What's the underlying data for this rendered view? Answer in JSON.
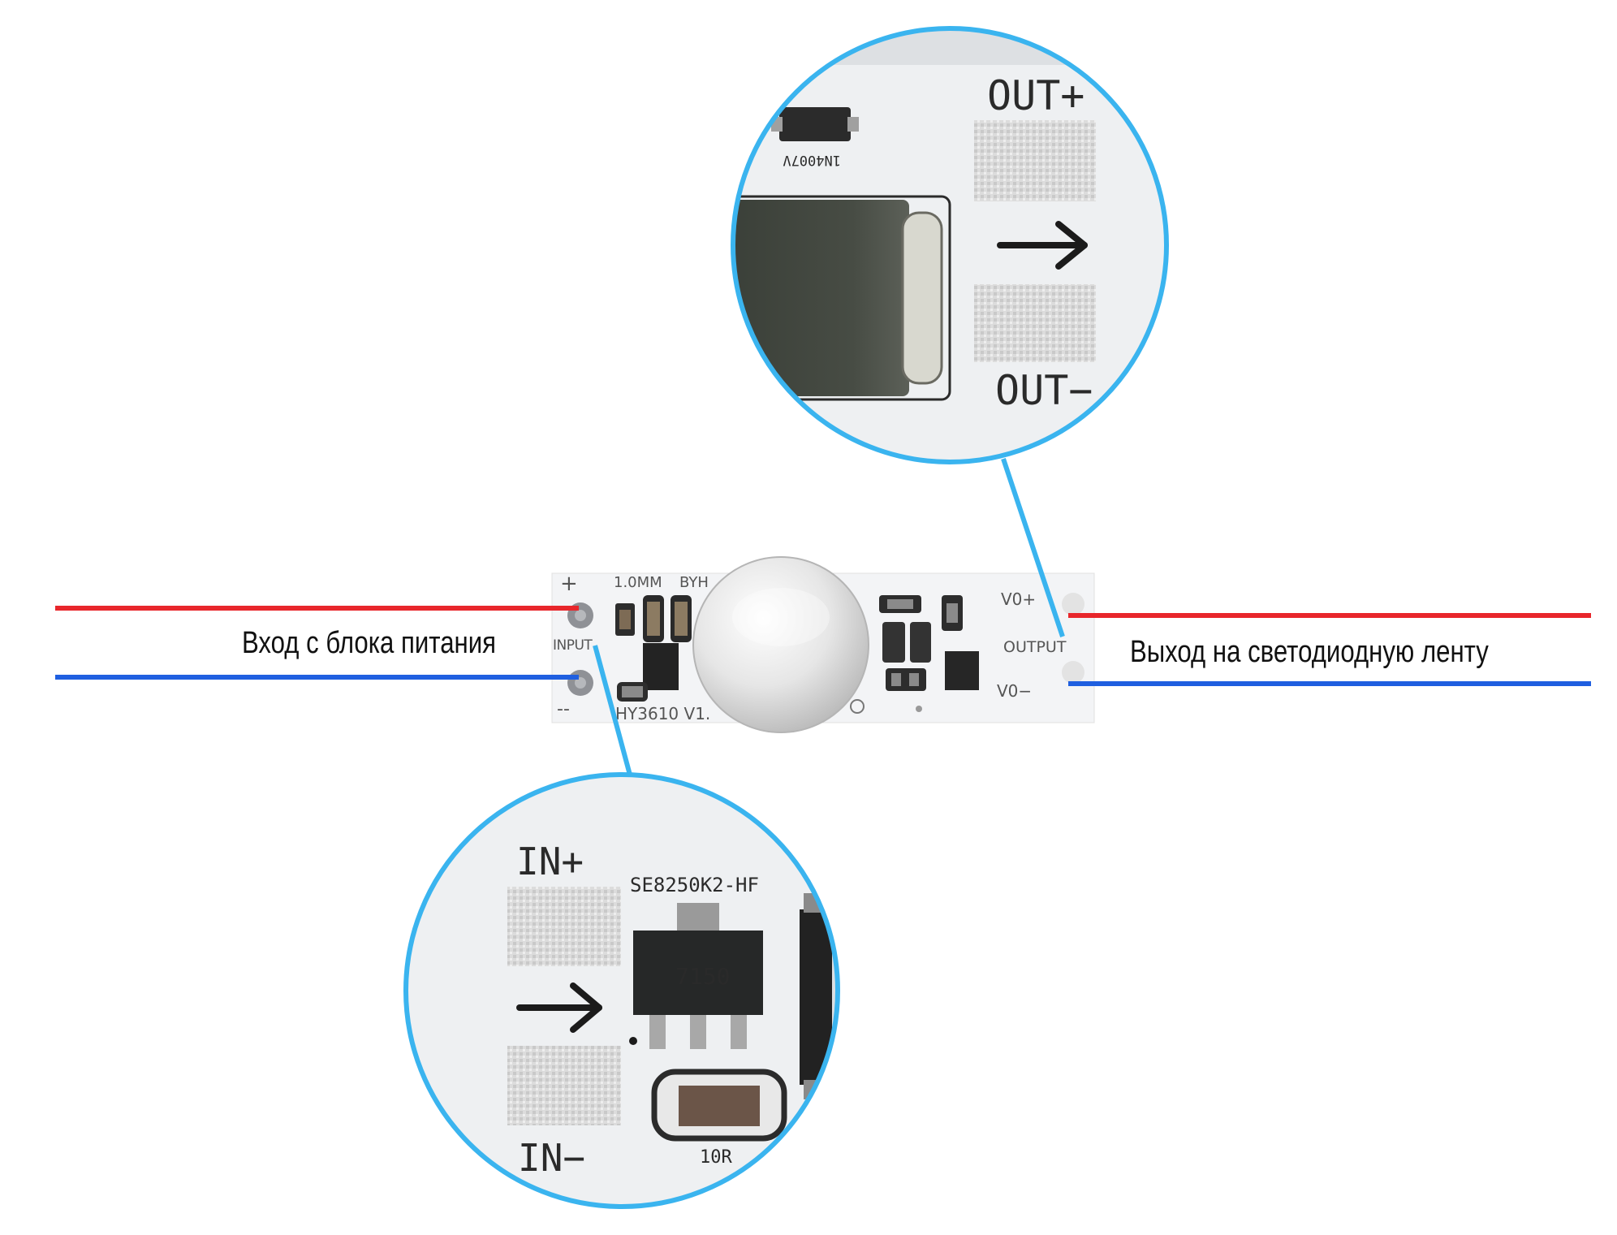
{
  "labels": {
    "input": "Вход с блока питания",
    "output": "Выход на светодиодную ленту"
  },
  "board": {
    "plus": "+",
    "input": "INPUT",
    "minus": "--",
    "size_mark": "1.0MM",
    "brand": "BYH",
    "model": "HY3610 V1.",
    "vo_plus": "V0+",
    "output": "OUTPUT",
    "vo_minus": "V0−"
  },
  "zoom_output": {
    "out_plus": "OUT+",
    "out_minus": "OUT−",
    "part_mark": "1N4007V"
  },
  "zoom_input": {
    "in_plus": "IN+",
    "in_minus": "IN−",
    "part_mark": "SE8250K2-HF",
    "ic_mark": "7150",
    "res_mark": "10R"
  },
  "colors": {
    "positive_wire": "#e8262b",
    "negative_wire": "#1f5fe0",
    "callout": "#3ab4ef"
  }
}
